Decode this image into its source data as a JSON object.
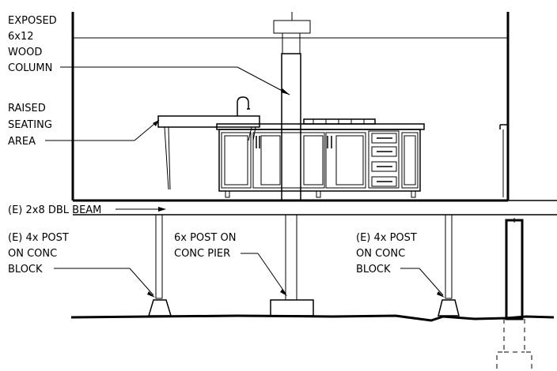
{
  "labels": {
    "column": [
      "EXPOSED",
      "6x12",
      "WOOD",
      "COLUMN"
    ],
    "seating": [
      "RAISED",
      "SEATING",
      "AREA"
    ],
    "beam": "(E) 2x8 DBL BEAM",
    "post_left": [
      "(E) 4x POST",
      "ON CONC",
      "BLOCK"
    ],
    "post_center": [
      "6x POST ON",
      "CONC PIER"
    ],
    "post_right": [
      "(E) 4x POST",
      "ON CONC",
      "BLOCK"
    ]
  }
}
